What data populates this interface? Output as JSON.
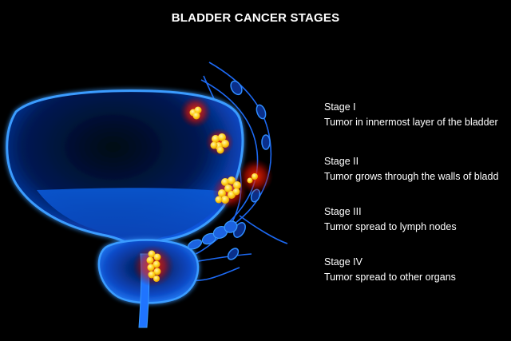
{
  "title": "BLADDER CANCER STAGES",
  "stages": [
    {
      "name": "Stage I",
      "description": "Tumor in innermost layer of the bladder"
    },
    {
      "name": "Stage II",
      "description": "Tumor grows through the walls of bladd"
    },
    {
      "name": "Stage III",
      "description": "Tumor spread to lymph nodes"
    },
    {
      "name": "Stage IV",
      "description": "Tumor spread to other organs"
    }
  ],
  "colors": {
    "background": "#000000",
    "organ": "#1e74ff",
    "organ_glow": "#3aa0ff",
    "tumor": "#ffd21a",
    "tumor_glow": "#ff2a00",
    "text": "#ffffff"
  }
}
